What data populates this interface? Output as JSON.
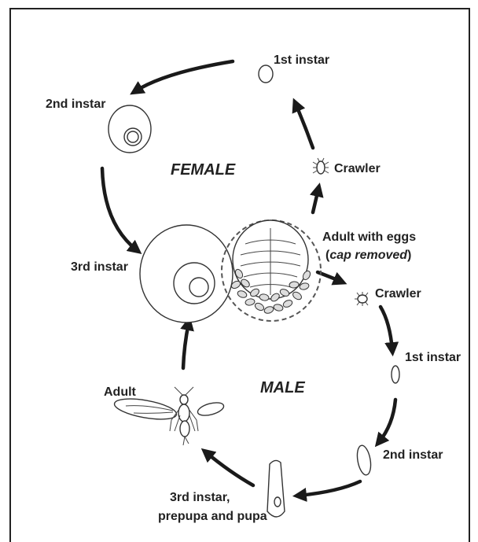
{
  "labels": {
    "female": "FEMALE",
    "male": "MALE",
    "female_1st_instar": "1st instar",
    "female_2nd_instar": "2nd instar",
    "female_3rd_instar": "3rd instar",
    "female_crawler": "Crawler",
    "adult_with_eggs_line1": "Adult with eggs",
    "adult_with_eggs_line2": "cap removed",
    "male_crawler": "Crawler",
    "male_1st_instar": "1st instar",
    "male_2nd_instar": "2nd instar",
    "male_3rd_instar_line1": "3rd instar,",
    "male_3rd_instar_line2": "prepupa and pupa",
    "male_adult": "Adult"
  },
  "colors": {
    "ink": "#1a1a1a",
    "background": "#ffffff"
  }
}
